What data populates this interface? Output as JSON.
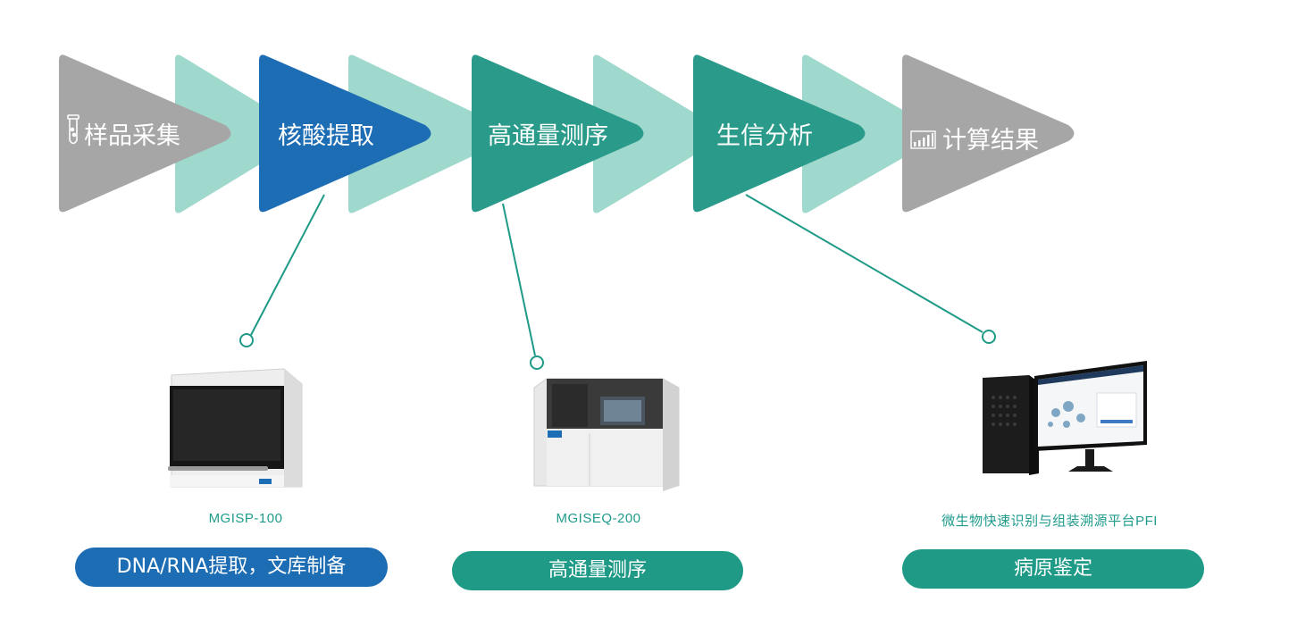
{
  "steps": [
    {
      "label": "样品采集",
      "icon": "test-tube-icon"
    },
    {
      "label": "核酸提取"
    },
    {
      "label": "高通量测序"
    },
    {
      "label": "生信分析"
    },
    {
      "label": "计算结果",
      "icon": "bar-chart-icon"
    }
  ],
  "products": [
    {
      "model": "MGISP-100",
      "pill": "DNA/RNA提取，文库制备"
    },
    {
      "model": "MGISEQ-200",
      "pill": "高通量测序"
    },
    {
      "model": "微生物快速识别与组装溯源平台PFI",
      "pill": "病原鉴定"
    }
  ],
  "colors": {
    "gray": "#a6a6a6",
    "mint": "#9fd8cc",
    "blue": "#1d6db5",
    "teal": "#2a9b8a",
    "pill_teal": "#1e9a87"
  }
}
